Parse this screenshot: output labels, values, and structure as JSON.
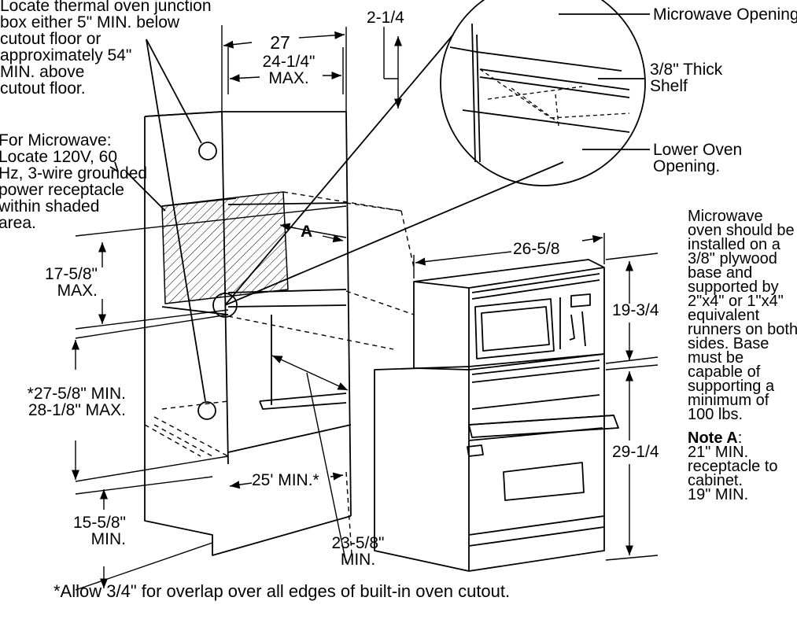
{
  "labels": {
    "thermal_note": "Locate thermal oven junction\nbox either 5\" MIN. below\ncutout floor or\napproximately 54\"\nMIN. above\ncutout floor.",
    "microwave_note": "For Microwave:\nLocate 120V, 60\nHz, 3-wire grounded\npower receptacle\nwithin shaded\narea.",
    "dim_width": "27",
    "dim_width_max": "24-1/4\"\nMAX.",
    "dim_shelf_offset": "2-1/4",
    "microwave_opening": "Microwave Opening",
    "shelf_thickness": "3/8\" Thick\nShelf",
    "lower_oven_opening": "Lower Oven\nOpening.",
    "dim_a": "A",
    "dim_microwave_height": "17-5/8\"\nMAX.",
    "dim_oven_height": "*27-5/8\" MIN.\n28-1/8\" MAX.",
    "dim_floor_height": "15-5/8\"\nMIN.",
    "dim_oven_width_min": "25' MIN.*",
    "dim_depth_min": "23-5/8\"\nMIN.",
    "dim_appliance_width": "26-5/8",
    "dim_microwave_unit_height": "19-3/4",
    "dim_oven_unit_height": "29-1/4"
  },
  "side_note": {
    "body": "Microwave\noven should be\ninstalled on a\n3/8\" plywood\nbase and\nsupported by\n2\"x4\" or 1\"x4\"\nequivalent\nrunners on both\nsides. Base\nmust be\ncapable of\nsupporting a\nminimum of\n100 lbs.",
    "note_a_title": "Note A",
    "note_a_colon": ":",
    "note_a_body": "21\" MIN.\nreceptacle to\ncabinet.\n19\" MIN."
  },
  "footnote": "*Allow 3/4\" for overlap over all edges of built-in oven cutout."
}
